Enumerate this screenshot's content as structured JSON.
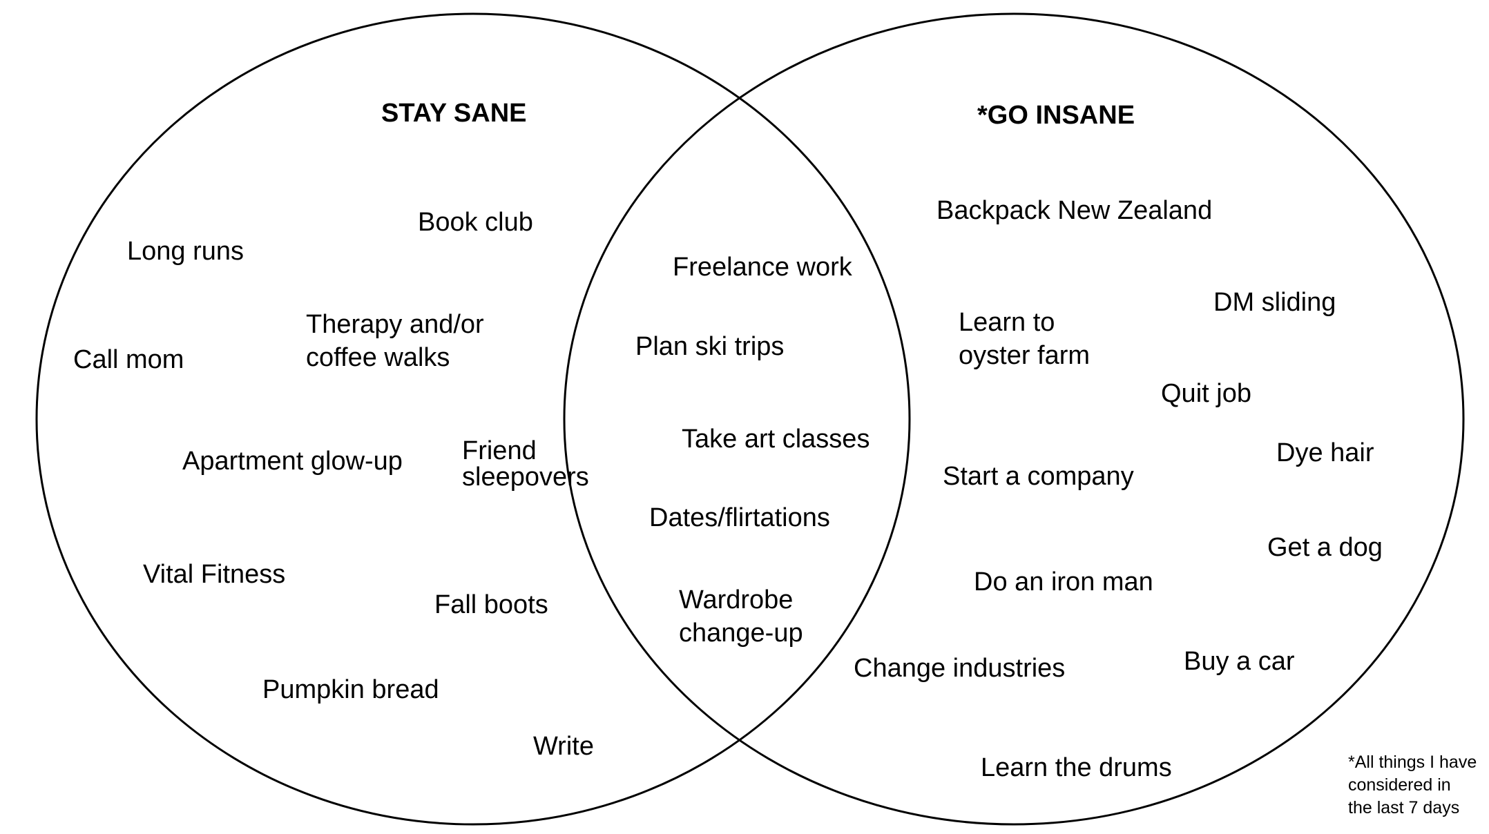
{
  "left_set": {
    "title": "STAY SANE",
    "items": {
      "long_runs": "Long runs",
      "book_club": "Book club",
      "call_mom": "Call mom",
      "therapy_line1": "Therapy and/or",
      "therapy_line2": "coffee walks",
      "apartment": "Apartment glow-up",
      "friend_line1": "Friend",
      "friend_line2": "sleepovers",
      "vital_fitness": "Vital Fitness",
      "fall_boots": "Fall boots",
      "pumpkin_bread": "Pumpkin bread",
      "write": "Write"
    }
  },
  "overlap": {
    "items": {
      "freelance": "Freelance work",
      "ski": "Plan ski trips",
      "art": "Take art classes",
      "dates": "Dates/flirtations",
      "wardrobe_line1": "Wardrobe",
      "wardrobe_line2": "change-up"
    }
  },
  "right_set": {
    "title": "*GO INSANE",
    "items": {
      "backpack": "Backpack New Zealand",
      "dm": "DM sliding",
      "oyster_line1": "Learn to",
      "oyster_line2": "oyster farm",
      "quit": "Quit job",
      "dye": "Dye hair",
      "company": "Start a company",
      "dog": "Get a dog",
      "ironman": "Do an iron man",
      "car": "Buy a car",
      "industries": "Change industries",
      "drums": "Learn the drums"
    }
  },
  "footnote": {
    "line1": "*All things I have",
    "line2": "considered in",
    "line3": "the last 7 days"
  },
  "colors": {
    "outline": "#000000",
    "text": "#000000",
    "background": "#ffffff"
  }
}
